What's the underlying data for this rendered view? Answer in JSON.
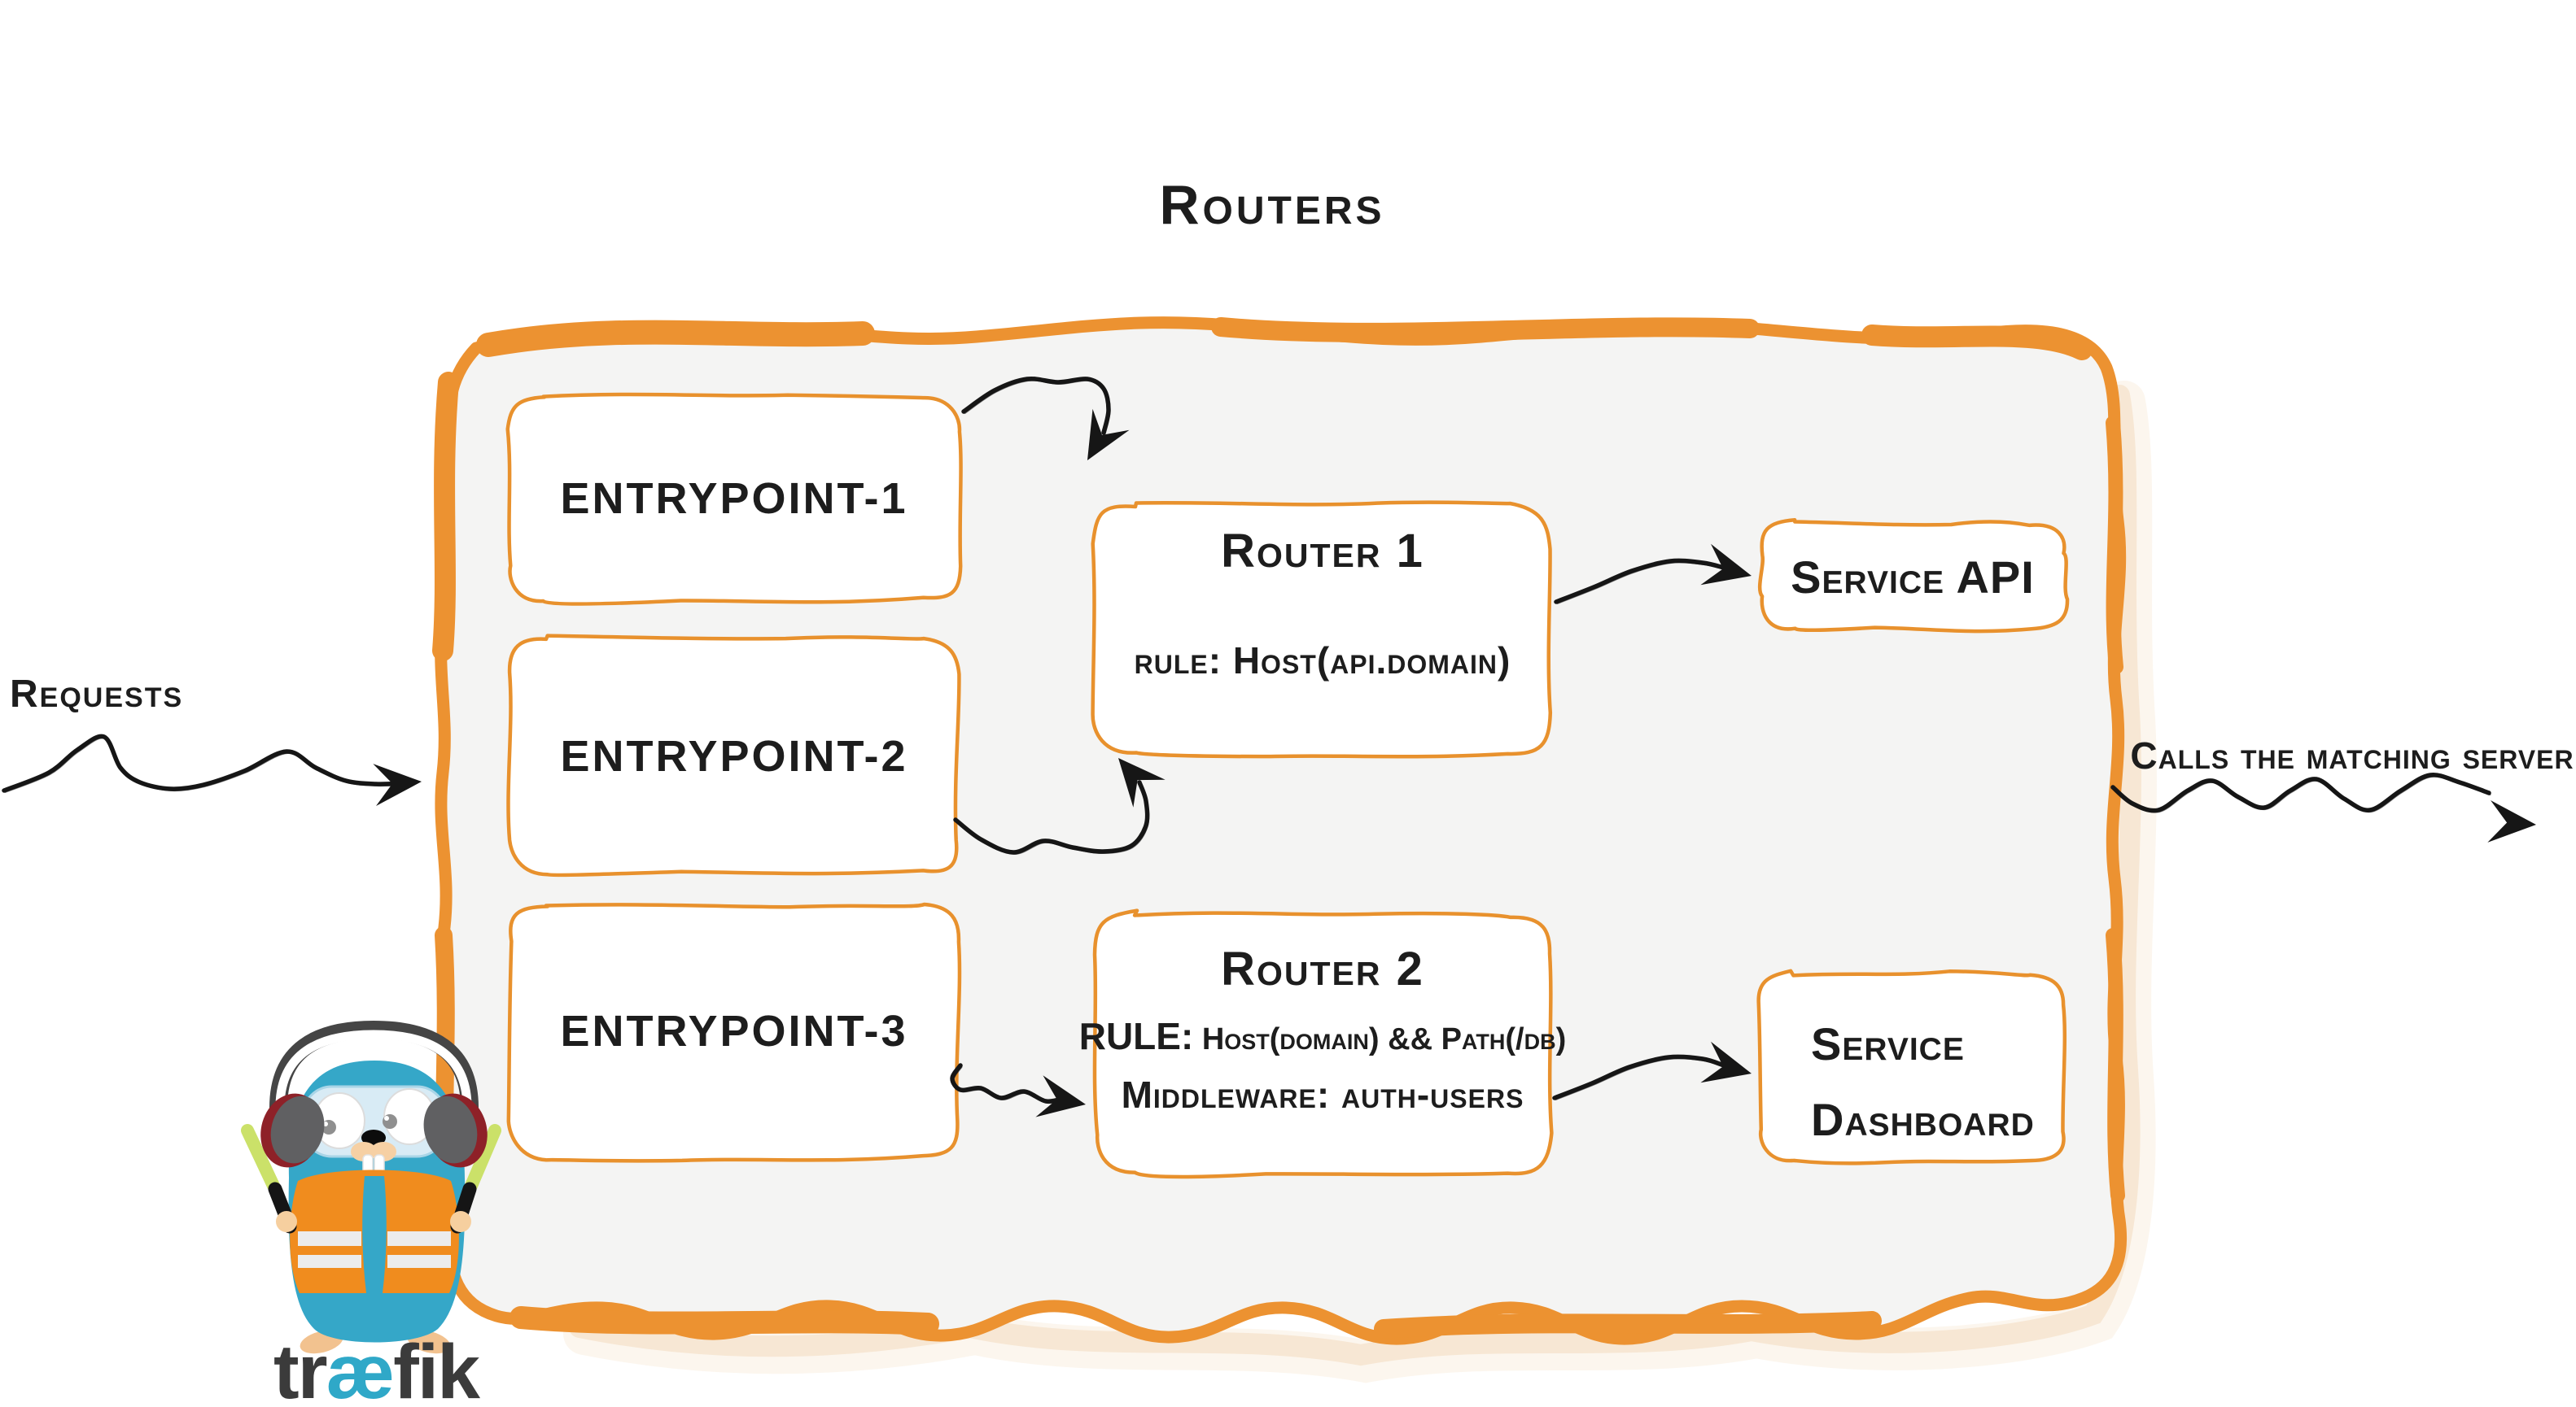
{
  "diagram": {
    "title": "Routers",
    "annotations": {
      "incoming": "Requests",
      "outgoing": "Calls the matching server"
    },
    "entrypoints": [
      {
        "label": "entrypoint-1"
      },
      {
        "label": "entrypoint-2"
      },
      {
        "label": "entrypoint-3"
      }
    ],
    "routers": [
      {
        "title": "Router 1",
        "rule": "rule: Host(api.domain)"
      },
      {
        "title": "Router 2",
        "rule_label": "RULE:",
        "rule_value": "Host(domain) && Path(/db)",
        "middleware": "Middleware: auth-users"
      }
    ],
    "services": [
      {
        "label": "Service API"
      },
      {
        "line1": "Service",
        "line2": "Dashboard"
      }
    ],
    "logo": {
      "pre": "tr",
      "ligature": "æ",
      "post": "fik"
    },
    "colors": {
      "accent_orange": "#EC9231",
      "box_stroke": "#E8912D",
      "container_fill": "#F4F4F3",
      "ink": "#1D1D1D",
      "arrow_ink": "#161616",
      "brand_blue": "#2FA8C8",
      "brand_dark": "#3B3B3B"
    }
  }
}
